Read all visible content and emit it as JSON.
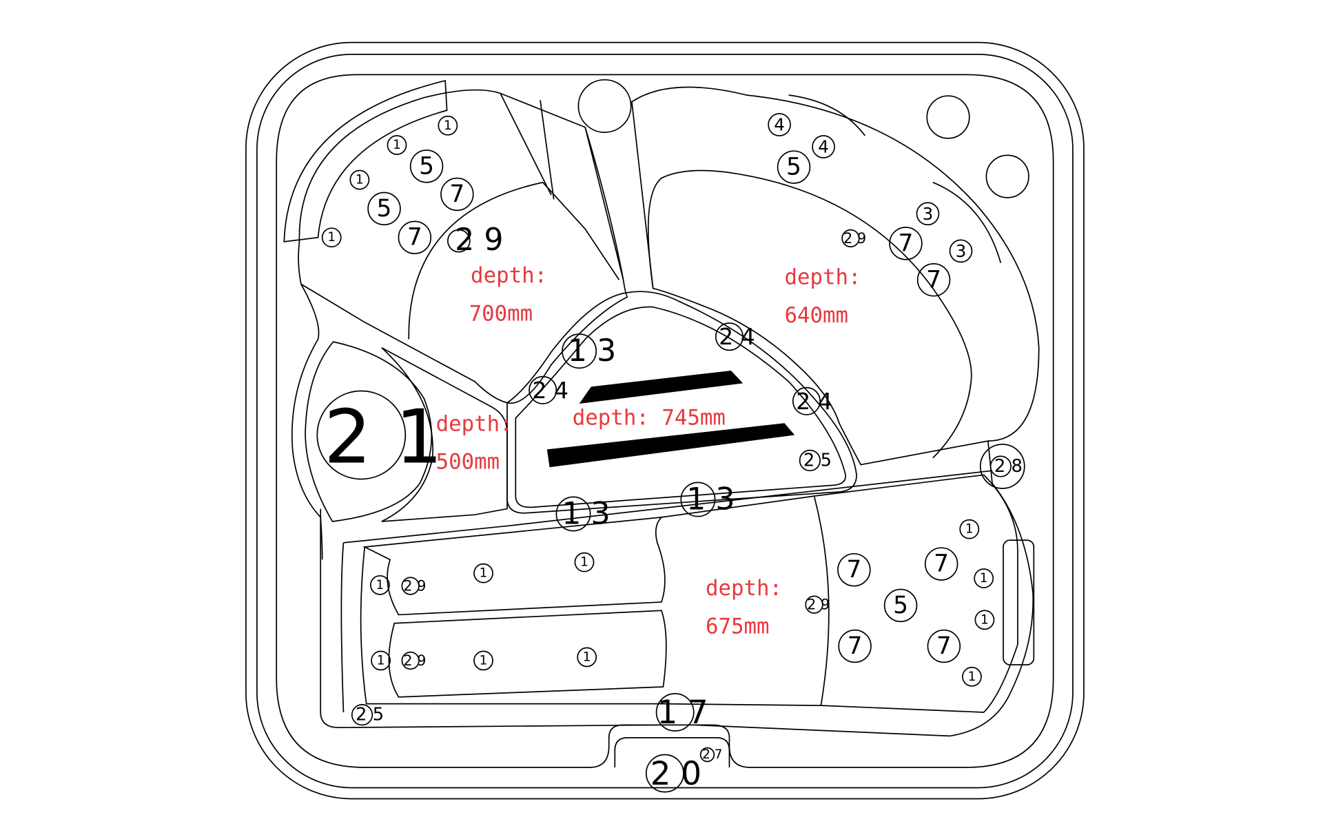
{
  "title": "Hot tub layout diagram",
  "depths": {
    "top_left": {
      "label": "depth:",
      "value": "700mm"
    },
    "top_right": {
      "label": "depth:",
      "value": "640mm"
    },
    "center": {
      "label": "depth: 745mm"
    },
    "left": {
      "label": "depth:",
      "value": "500mm"
    },
    "bottom_right": {
      "label": "depth:",
      "value": "675mm"
    }
  },
  "markers": {
    "one": "1",
    "three": "3",
    "four": "4",
    "five": "5",
    "seven": "7",
    "m13": "1 3",
    "m17": "1 7",
    "m20": "2 0",
    "m21": "2 1",
    "m24": "2 4",
    "m25": "2 5",
    "m27": "2 7",
    "m28": "2 8",
    "m29": "2 9"
  },
  "colors": {
    "line": "#000000",
    "depth_text": "#e8383d"
  }
}
